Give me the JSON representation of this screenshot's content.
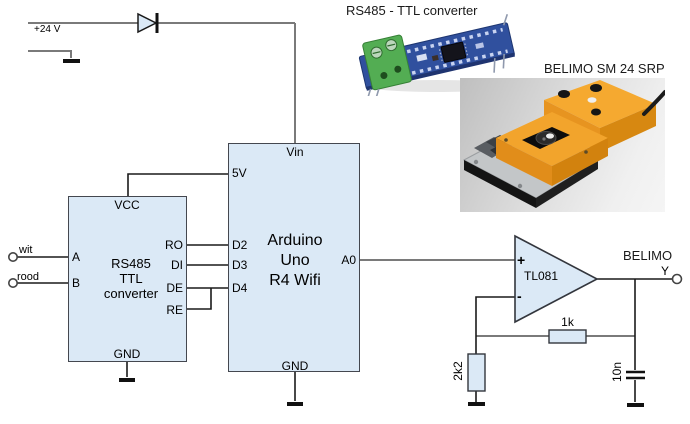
{
  "captions": {
    "rs485_photo": "RS485 - TTL converter",
    "belimo_photo": "BELIMO SM 24 SRP"
  },
  "power": {
    "v24": "+24 V"
  },
  "rs485_block": {
    "title": [
      "RS485",
      "TTL",
      "converter"
    ],
    "pin_top": "VCC",
    "pin_bottom": "GND",
    "pin_a": "A",
    "pin_b": "B",
    "pins_right": [
      "RO",
      "DI",
      "DE",
      "RE"
    ],
    "wire_wit": "wit",
    "wire_rood": "rood"
  },
  "arduino_block": {
    "title": [
      "Arduino",
      "Uno",
      "R4 Wifi"
    ],
    "pin_top": "Vin",
    "pin_bottom": "GND",
    "pin_5v": "5V",
    "pins_left": [
      "D2",
      "D3",
      "D4"
    ],
    "pin_right": "A0"
  },
  "opamp": {
    "part": "TL081",
    "plus": "+",
    "minus": "-"
  },
  "passives": {
    "feedback_resistor": "1k",
    "ground_resistor": "2k2",
    "capacitor": "10n"
  },
  "output": {
    "device": "BELIMO",
    "terminal": "Y"
  },
  "symbols": [
    "diode-icon",
    "ground-icon",
    "terminal-icon",
    "opamp-icon",
    "resistor-icon",
    "capacitor-icon"
  ],
  "colors": {
    "block_fill": "#dbe9f6",
    "block_border": "#44474f",
    "wire_gray": "#7a7a7a",
    "wire_dark": "#1a1a1a",
    "pcb_blue": "#30509e",
    "terminal_green": "#53ad53",
    "belimo_orange": "#f2a42c"
  }
}
